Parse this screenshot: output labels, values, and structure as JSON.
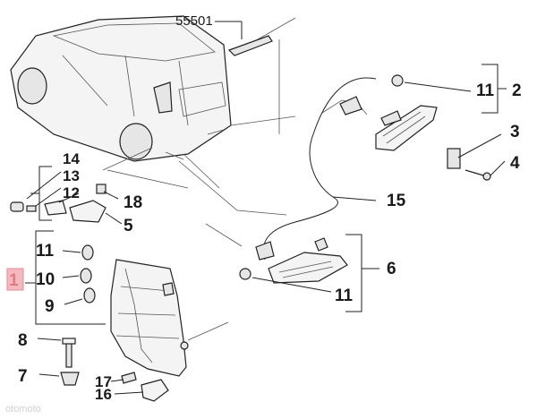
{
  "diagram": {
    "part_code": "55501",
    "watermark": "otomoto",
    "selected_callout": "1",
    "selected_color": "#f3b9bf",
    "callouts": {
      "c1": "1",
      "c2": "2",
      "c3": "3",
      "c4": "4",
      "c5": "5",
      "c6": "6",
      "c7": "7",
      "c8": "8",
      "c9": "9",
      "c10": "10",
      "c11a": "11",
      "c11b": "11",
      "c11c": "11",
      "c12": "12",
      "c13": "13",
      "c14": "14",
      "c15": "15",
      "c16": "16",
      "c17": "17",
      "c18": "18"
    }
  }
}
